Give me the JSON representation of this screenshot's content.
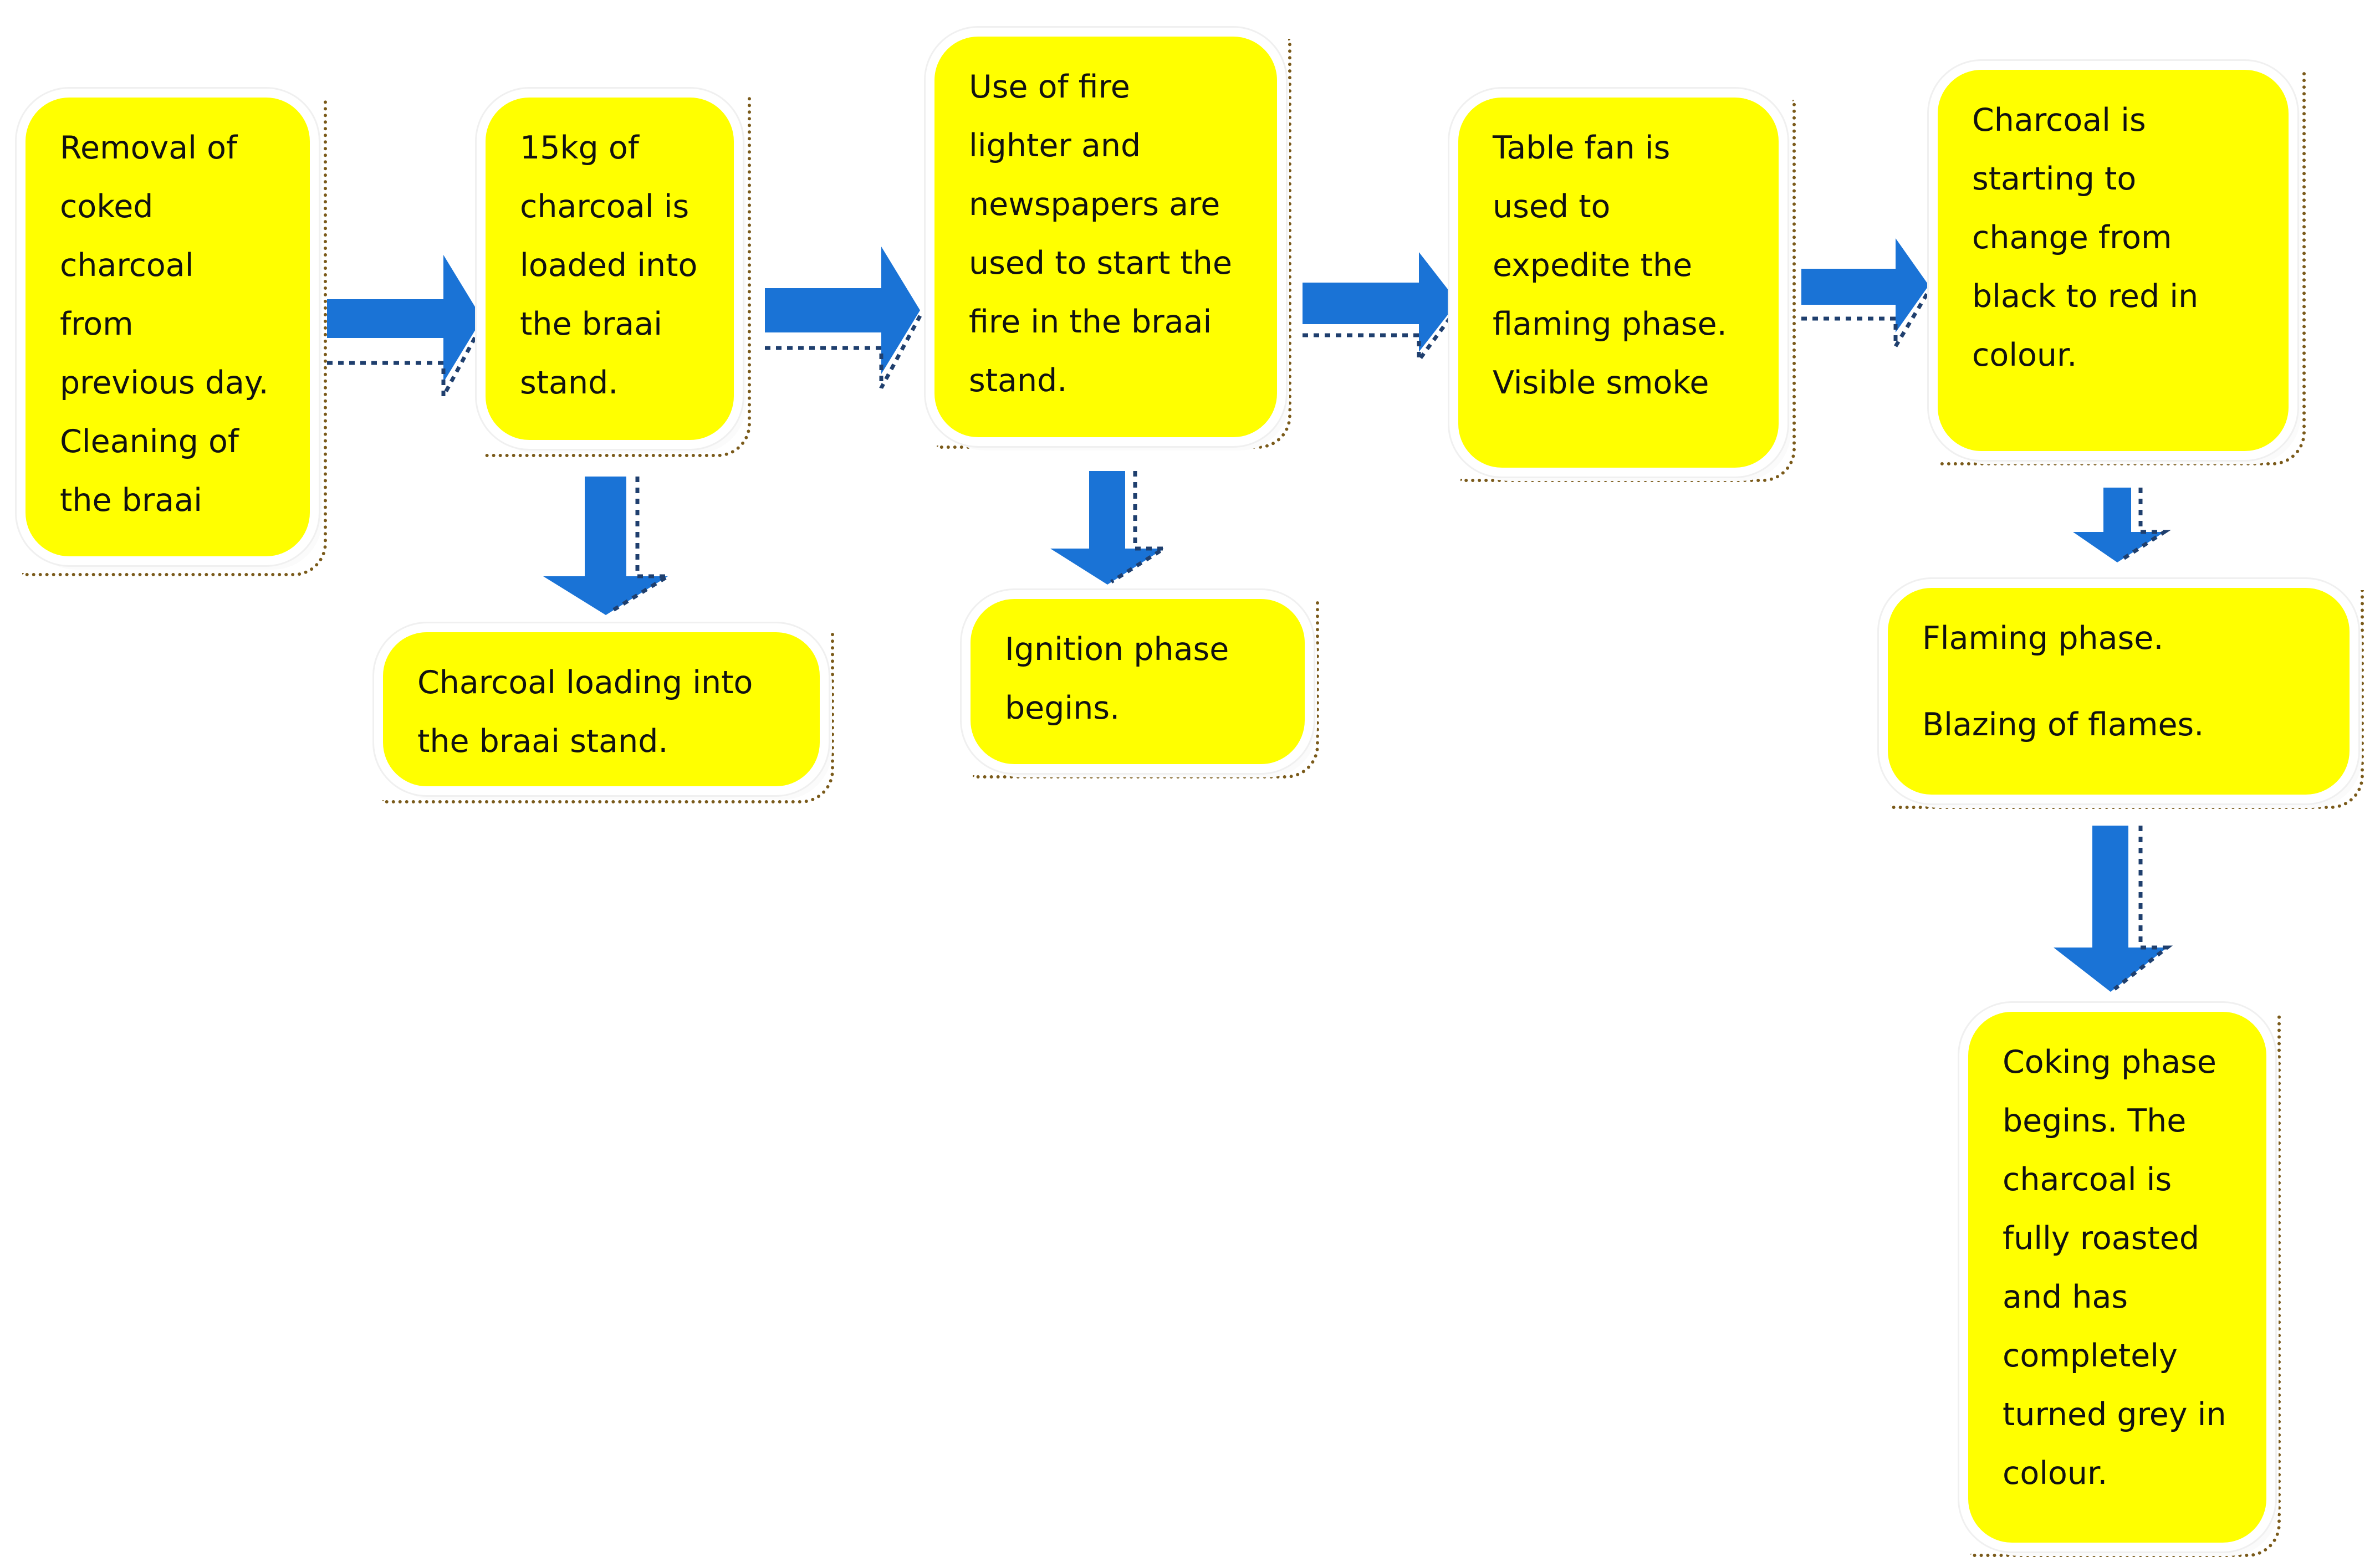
{
  "colors": {
    "box_fill": "#ffff00",
    "box_border": "#ffffff",
    "box_outline_dots": "#7a5a1a",
    "arrow": "#1a73d6",
    "arrow_dots": "#1f3f6e"
  },
  "nodes": {
    "removal": {
      "lines": [
        "Removal of",
        "coked",
        "charcoal",
        "from",
        "previous day.",
        "Cleaning of",
        "the braai"
      ]
    },
    "loading": {
      "lines": [
        "15kg of",
        "charcoal is",
        "loaded into",
        "the braai",
        "stand."
      ]
    },
    "loading_note": {
      "lines": [
        "Charcoal loading into",
        "the braai stand."
      ]
    },
    "fire_start": {
      "lines": [
        "Use of fire",
        "lighter and",
        "newspapers are",
        "used to start the",
        "fire in the braai",
        "stand."
      ]
    },
    "ignition": {
      "lines": [
        "Ignition phase",
        "begins."
      ]
    },
    "table_fan": {
      "lines": [
        "Table fan is",
        "used to",
        "expedite the",
        "flaming phase.",
        "Visible smoke"
      ]
    },
    "charcoal_change": {
      "lines": [
        "Charcoal is",
        "starting to",
        "change from",
        "black to red in",
        "colour."
      ]
    },
    "flaming": {
      "lines": [
        "Flaming phase.",
        "",
        "Blazing of flames."
      ]
    },
    "coking": {
      "lines": [
        "Coking phase",
        "begins. The",
        "charcoal is",
        "fully roasted",
        "and has",
        "completely",
        "turned grey in",
        "colour."
      ]
    }
  }
}
